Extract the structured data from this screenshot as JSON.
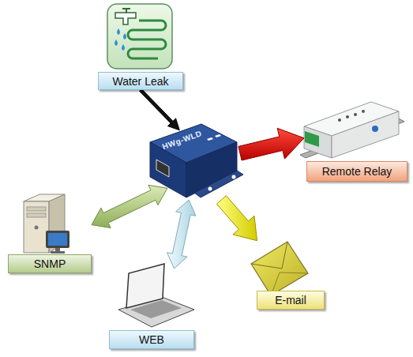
{
  "diagram": {
    "nodes": [
      {
        "text": [
          "Water Leak"
        ]
      },
      {
        "text": [
          "HWg-WLD"
        ]
      },
      {
        "text": [
          "Remote Relay"
        ]
      },
      {
        "text": [
          "SNMP"
        ]
      },
      {
        "text": [
          "E-mail"
        ]
      },
      {
        "text": [
          "WEB"
        ]
      }
    ],
    "edges": [
      {
        "from": 0,
        "to": 1,
        "arrow": "to"
      },
      {
        "from": 1,
        "to": 2,
        "arrow": "to"
      },
      {
        "from": 3,
        "to": 1,
        "arrow": "both"
      },
      {
        "from": 1,
        "to": 4,
        "arrow": "to"
      },
      {
        "from": 5,
        "to": 1,
        "arrow": "both"
      }
    ]
  }
}
